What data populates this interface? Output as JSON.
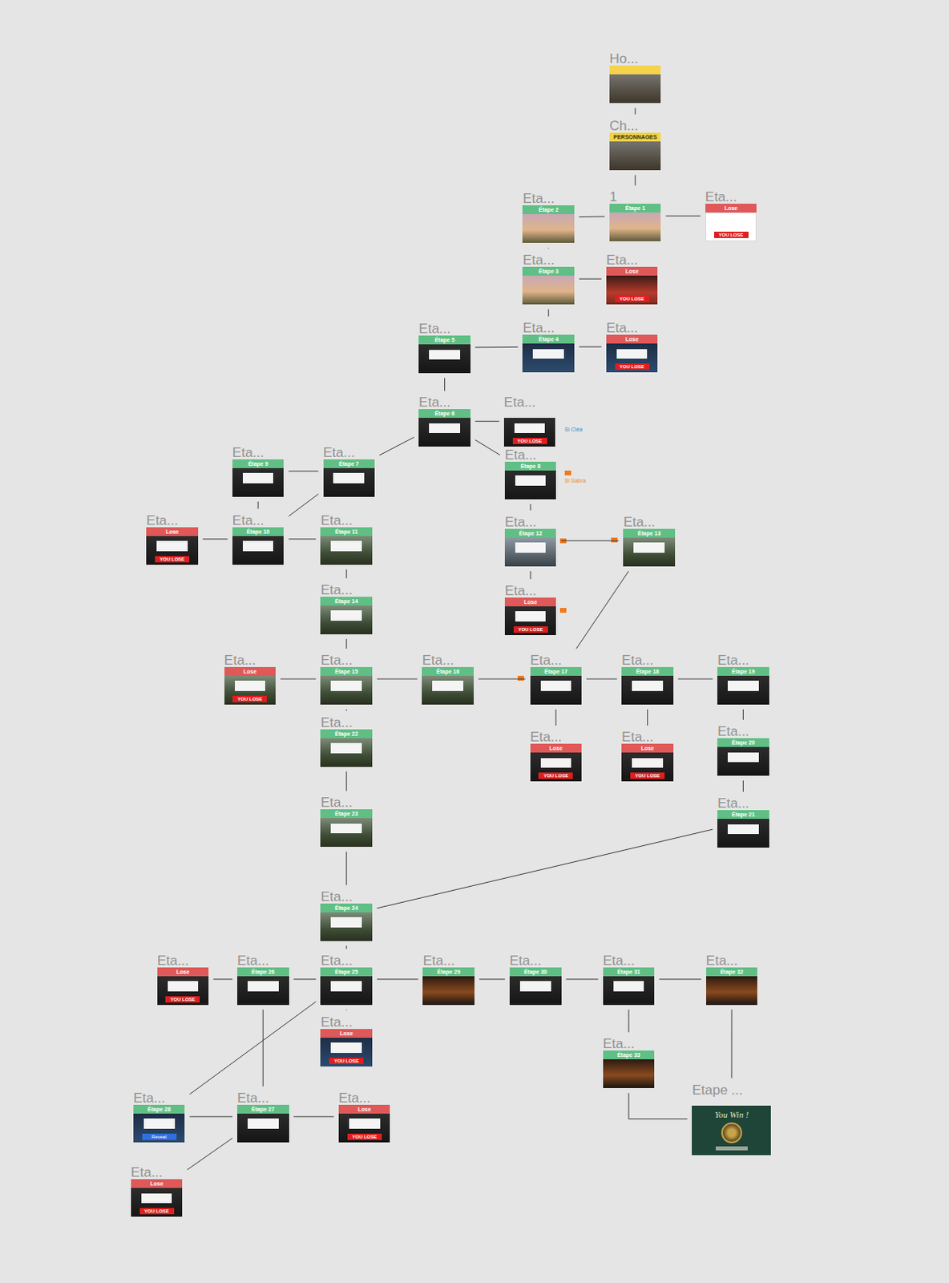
{
  "diagram": {
    "nodes": [
      {
        "text": [
          "Ho..."
        ]
      },
      {
        "text": [
          "Ch...",
          "PERSONNAGES"
        ]
      },
      {
        "text": [
          "1",
          "Étape 1"
        ]
      },
      {
        "text": [
          "Eta...",
          "Lose",
          "YOU LOSE"
        ]
      },
      {
        "text": [
          "Eta...",
          "Étape 2"
        ]
      },
      {
        "text": [
          "Eta...",
          "Étape 3"
        ]
      },
      {
        "text": [
          "Eta...",
          "Lose",
          "YOU LOSE"
        ]
      },
      {
        "text": [
          "Eta...",
          "Étape 4"
        ]
      },
      {
        "text": [
          "Eta...",
          "Lose",
          "YOU LOSE"
        ]
      },
      {
        "text": [
          "Eta...",
          "Étape 5"
        ]
      },
      {
        "text": [
          "Eta...",
          "Étape 6"
        ]
      },
      {
        "text": [
          "Eta...",
          "YOU LOSE"
        ]
      },
      {
        "text": [
          "Eta...",
          "Étape 8"
        ]
      },
      {
        "text": [
          "Eta...",
          "Étape 7"
        ]
      },
      {
        "text": [
          "Eta...",
          "Étape 9"
        ]
      },
      {
        "text": [
          "Eta...",
          "Étape 10"
        ]
      },
      {
        "text": [
          "Eta...",
          "Lose",
          "YOU LOSE"
        ]
      },
      {
        "text": [
          "Eta...",
          "Étape 11"
        ]
      },
      {
        "text": [
          "Eta...",
          "Étape 12"
        ]
      },
      {
        "text": [
          "Eta...",
          "Étape 13"
        ]
      },
      {
        "text": [
          "Eta...",
          "Lose",
          "YOU LOSE"
        ]
      },
      {
        "text": [
          "Eta...",
          "Étape 14"
        ]
      },
      {
        "text": [
          "Eta...",
          "Lose",
          "YOU LOSE"
        ]
      },
      {
        "text": [
          "Eta...",
          "Étape 15"
        ]
      },
      {
        "text": [
          "Eta...",
          "Étape 16"
        ]
      },
      {
        "text": [
          "Eta...",
          "Étape 17"
        ]
      },
      {
        "text": [
          "Eta...",
          "Étape 18"
        ]
      },
      {
        "text": [
          "Eta...",
          "Étape 19"
        ]
      },
      {
        "text": [
          "Eta...",
          "Lose",
          "YOU LOSE"
        ]
      },
      {
        "text": [
          "Eta...",
          "Lose",
          "YOU LOSE"
        ]
      },
      {
        "text": [
          "Eta...",
          "Étape 20"
        ]
      },
      {
        "text": [
          "Eta...",
          "Étape 22"
        ]
      },
      {
        "text": [
          "Eta...",
          "Étape 21"
        ]
      },
      {
        "text": [
          "Eta...",
          "Étape 23"
        ]
      },
      {
        "text": [
          "Eta...",
          "Étape 24"
        ]
      },
      {
        "text": [
          "Eta...",
          "Lose",
          "YOU LOSE"
        ]
      },
      {
        "text": [
          "Eta...",
          "Étape 26"
        ]
      },
      {
        "text": [
          "Eta...",
          "Étape 25"
        ]
      },
      {
        "text": [
          "Eta...",
          "Étape 29"
        ]
      },
      {
        "text": [
          "Eta...",
          "Étape 30"
        ]
      },
      {
        "text": [
          "Eta...",
          "Étape 31"
        ]
      },
      {
        "text": [
          "Eta...",
          "Étape 32"
        ]
      },
      {
        "text": [
          "Eta...",
          "Lose",
          "YOU LOSE"
        ]
      },
      {
        "text": [
          "Eta...",
          "Étape 33"
        ]
      },
      {
        "text": [
          "Etape ...",
          "You Win !"
        ]
      },
      {
        "text": [
          "Eta...",
          "Étape 28",
          "Reveal"
        ]
      },
      {
        "text": [
          "Eta...",
          "Étape 27"
        ]
      },
      {
        "text": [
          "Eta...",
          "Lose",
          "YOU LOSE"
        ]
      },
      {
        "text": [
          "Eta...",
          "Lose",
          "YOU LOSE"
        ]
      }
    ],
    "edges": [
      {
        "from": 0,
        "to": 1,
        "arrow": "none"
      },
      {
        "from": 1,
        "to": 2,
        "arrow": "none"
      },
      {
        "from": 2,
        "to": 3,
        "arrow": "none"
      },
      {
        "from": 2,
        "to": 4,
        "arrow": "none"
      },
      {
        "from": 4,
        "to": 5,
        "arrow": "none"
      },
      {
        "from": 5,
        "to": 6,
        "arrow": "none"
      },
      {
        "from": 5,
        "to": 7,
        "arrow": "none"
      },
      {
        "from": 7,
        "to": 8,
        "arrow": "none"
      },
      {
        "from": 7,
        "to": 9,
        "arrow": "none"
      },
      {
        "from": 9,
        "to": 10,
        "arrow": "none"
      },
      {
        "from": 10,
        "to": 11,
        "arrow": "none"
      },
      {
        "from": 10,
        "to": 13,
        "arrow": "none"
      },
      {
        "from": 10,
        "to": 12,
        "arrow": "none"
      },
      {
        "from": 13,
        "to": 14,
        "arrow": "none"
      },
      {
        "from": 13,
        "to": 15,
        "arrow": "none"
      },
      {
        "from": 14,
        "to": 15,
        "arrow": "none"
      },
      {
        "from": 15,
        "to": 16,
        "arrow": "none"
      },
      {
        "from": 15,
        "to": 17,
        "arrow": "none"
      },
      {
        "from": 17,
        "to": 21,
        "arrow": "none"
      },
      {
        "from": 12,
        "to": 18,
        "arrow": "none"
      },
      {
        "from": 18,
        "to": 19,
        "arrow": "none"
      },
      {
        "from": 18,
        "to": 20,
        "arrow": "none"
      },
      {
        "from": 19,
        "to": 25,
        "arrow": "none"
      },
      {
        "from": 21,
        "to": 23,
        "arrow": "none"
      },
      {
        "from": 23,
        "to": 22,
        "arrow": "none"
      },
      {
        "from": 23,
        "to": 24,
        "arrow": "none"
      },
      {
        "from": 24,
        "to": 25,
        "arrow": "none"
      },
      {
        "from": 25,
        "to": 26,
        "arrow": "none"
      },
      {
        "from": 25,
        "to": 28,
        "arrow": "none"
      },
      {
        "from": 26,
        "to": 27,
        "arrow": "none"
      },
      {
        "from": 26,
        "to": 29,
        "arrow": "none"
      },
      {
        "from": 27,
        "to": 30,
        "arrow": "none"
      },
      {
        "from": 30,
        "to": 32,
        "arrow": "none"
      },
      {
        "from": 32,
        "to": 34,
        "arrow": "none"
      },
      {
        "from": 23,
        "to": 31,
        "arrow": "none"
      },
      {
        "from": 31,
        "to": 33,
        "arrow": "none"
      },
      {
        "from": 33,
        "to": 34,
        "arrow": "none"
      },
      {
        "from": 34,
        "to": 37,
        "arrow": "none"
      },
      {
        "from": 37,
        "to": 36,
        "arrow": "none"
      },
      {
        "from": 36,
        "to": 35,
        "arrow": "none"
      },
      {
        "from": 37,
        "to": 38,
        "arrow": "none"
      },
      {
        "from": 38,
        "to": 39,
        "arrow": "none"
      },
      {
        "from": 39,
        "to": 40,
        "arrow": "none"
      },
      {
        "from": 40,
        "to": 41,
        "arrow": "none"
      },
      {
        "from": 40,
        "to": 43,
        "arrow": "none"
      },
      {
        "from": 37,
        "to": 42,
        "arrow": "none"
      },
      {
        "from": 36,
        "to": 46,
        "arrow": "none"
      },
      {
        "from": 37,
        "to": 45,
        "arrow": "none"
      },
      {
        "from": 45,
        "to": 46,
        "arrow": "none"
      },
      {
        "from": 46,
        "to": 47,
        "arrow": "none"
      },
      {
        "from": 46,
        "to": 48,
        "arrow": "none"
      },
      {
        "from": 43,
        "to": 44,
        "arrow": "none"
      },
      {
        "from": 41,
        "to": 44,
        "arrow": "none"
      }
    ],
    "labels": [
      "Si Cléa",
      "Si Sabra"
    ]
  }
}
